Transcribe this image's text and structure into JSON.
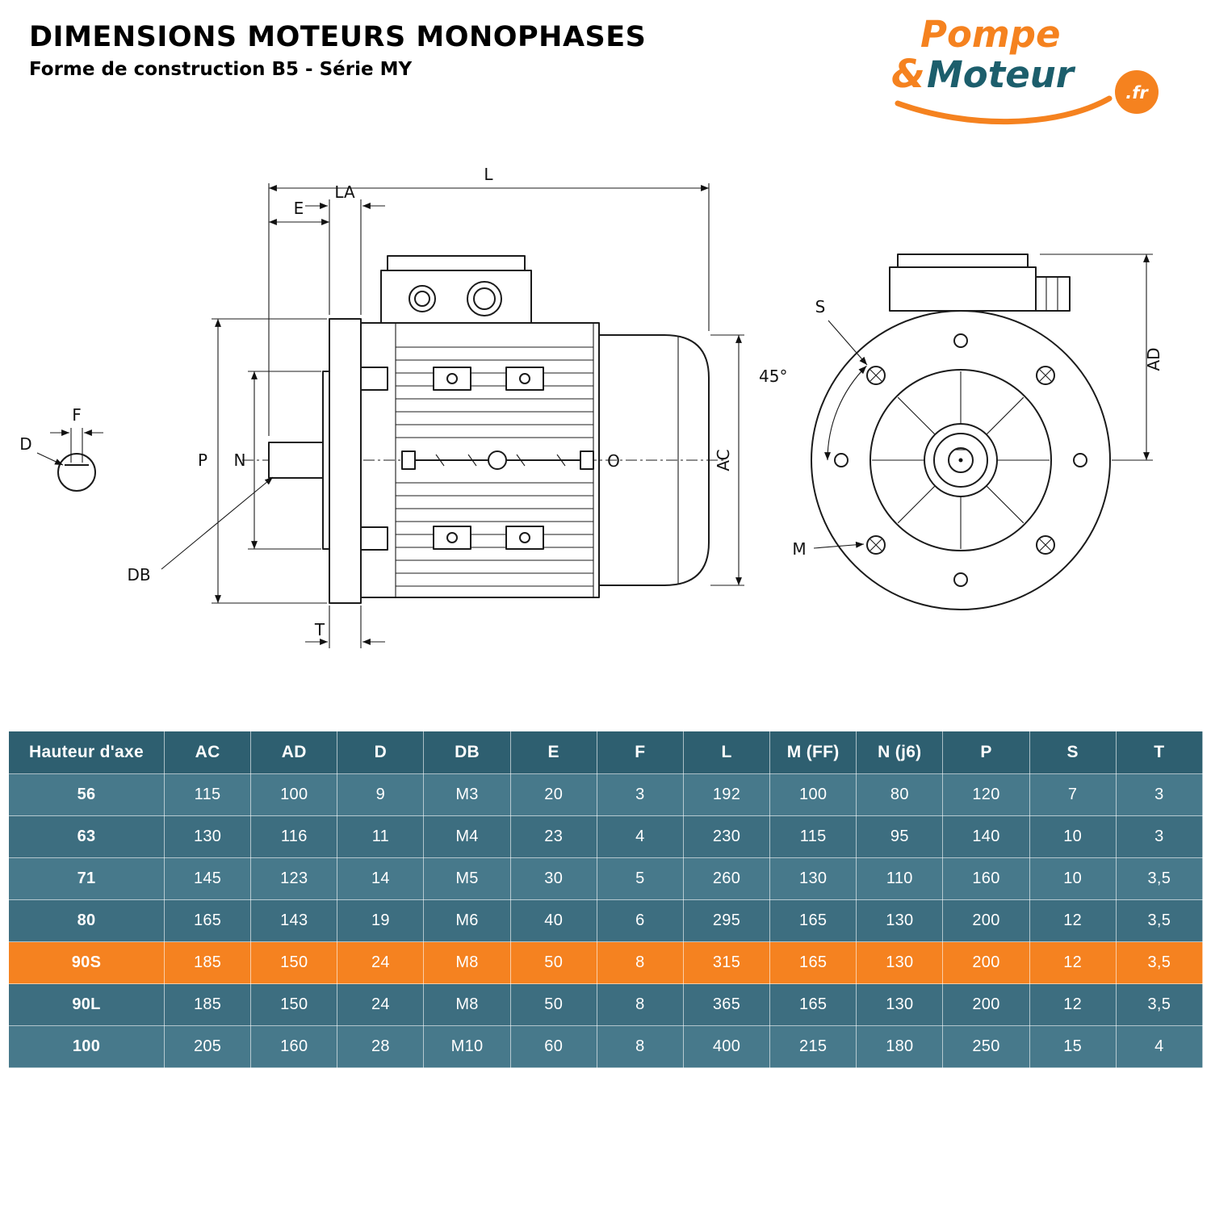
{
  "header": {
    "title": "DIMENSIONS MOTEURS MONOPHASES",
    "subtitle": "Forme de construction B5 - Série MY"
  },
  "logo": {
    "pompe": "Pompe",
    "amp": "&",
    "moteur": "Moteur",
    "fr": ".fr",
    "orange": "#f5821f",
    "teal": "#1c5e6c"
  },
  "diagram": {
    "shaft": {
      "D": "D",
      "F": "F"
    },
    "side": {
      "L": "L",
      "LA": "LA",
      "E": "E",
      "P": "P",
      "N": "N",
      "DB": "DB",
      "T": "T",
      "AC": "AC",
      "O": "O"
    },
    "front": {
      "S": "S",
      "angle": "45°",
      "M": "M",
      "AD": "AD"
    }
  },
  "table": {
    "headers": [
      "Hauteur d'axe",
      "AC",
      "AD",
      "D",
      "DB",
      "E",
      "F",
      "L",
      "M (FF)",
      "N (j6)",
      "P",
      "S",
      "T"
    ],
    "rows": [
      {
        "highlight": false,
        "values": [
          "56",
          "115",
          "100",
          "9",
          "M3",
          "20",
          "3",
          "192",
          "100",
          "80",
          "120",
          "7",
          "3"
        ]
      },
      {
        "highlight": false,
        "values": [
          "63",
          "130",
          "116",
          "11",
          "M4",
          "23",
          "4",
          "230",
          "115",
          "95",
          "140",
          "10",
          "3"
        ]
      },
      {
        "highlight": false,
        "values": [
          "71",
          "145",
          "123",
          "14",
          "M5",
          "30",
          "5",
          "260",
          "130",
          "110",
          "160",
          "10",
          "3,5"
        ]
      },
      {
        "highlight": false,
        "values": [
          "80",
          "165",
          "143",
          "19",
          "M6",
          "40",
          "6",
          "295",
          "165",
          "130",
          "200",
          "12",
          "3,5"
        ]
      },
      {
        "highlight": true,
        "values": [
          "90S",
          "185",
          "150",
          "24",
          "M8",
          "50",
          "8",
          "315",
          "165",
          "130",
          "200",
          "12",
          "3,5"
        ]
      },
      {
        "highlight": false,
        "values": [
          "90L",
          "185",
          "150",
          "24",
          "M8",
          "50",
          "8",
          "365",
          "165",
          "130",
          "200",
          "12",
          "3,5"
        ]
      },
      {
        "highlight": false,
        "values": [
          "100",
          "205",
          "160",
          "28",
          "M10",
          "60",
          "8",
          "400",
          "215",
          "180",
          "250",
          "15",
          "4"
        ]
      }
    ],
    "colors": {
      "header_bg": "#2e5f70",
      "row_even": "#47798b",
      "row_odd": "#3d6e80",
      "highlight": "#f58220"
    }
  }
}
